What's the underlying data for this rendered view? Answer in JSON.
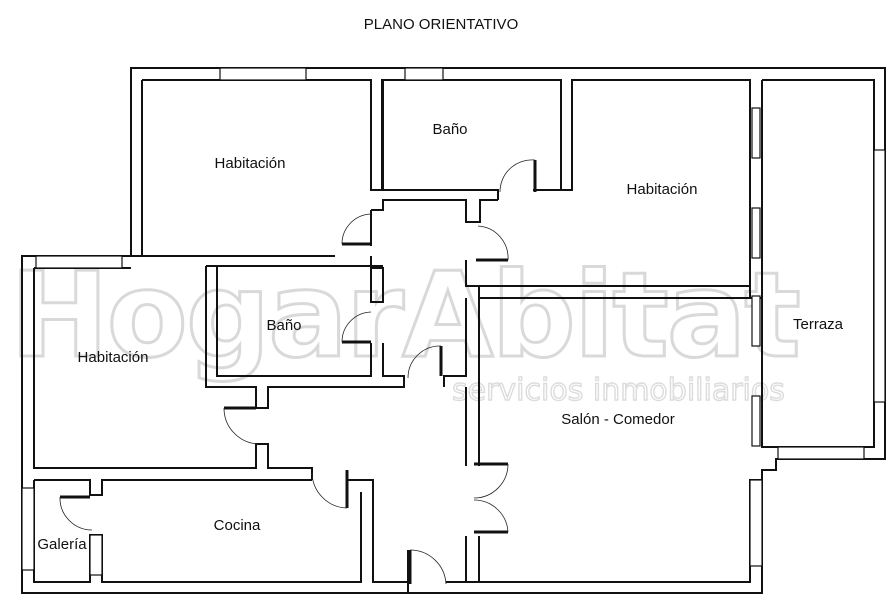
{
  "plan": {
    "title": "PLANO ORIENTATIVO",
    "watermark": {
      "brand": "HogarAbitat",
      "tagline": "servicios inmobiliarios"
    },
    "rooms": [
      {
        "id": "habitacion-1",
        "label": "Habitación"
      },
      {
        "id": "bano-1",
        "label": "Baño"
      },
      {
        "id": "habitacion-2",
        "label": "Habitación"
      },
      {
        "id": "bano-2",
        "label": "Baño"
      },
      {
        "id": "habitacion-3",
        "label": "Habitación"
      },
      {
        "id": "terraza",
        "label": "Terraza"
      },
      {
        "id": "salon-comedor",
        "label": "Salón - Comedor"
      },
      {
        "id": "cocina",
        "label": "Cocina"
      },
      {
        "id": "galeria",
        "label": "Galería"
      }
    ],
    "colors": {
      "wall": "#111111",
      "background": "#ffffff",
      "watermark": "#d9d9d9"
    }
  }
}
